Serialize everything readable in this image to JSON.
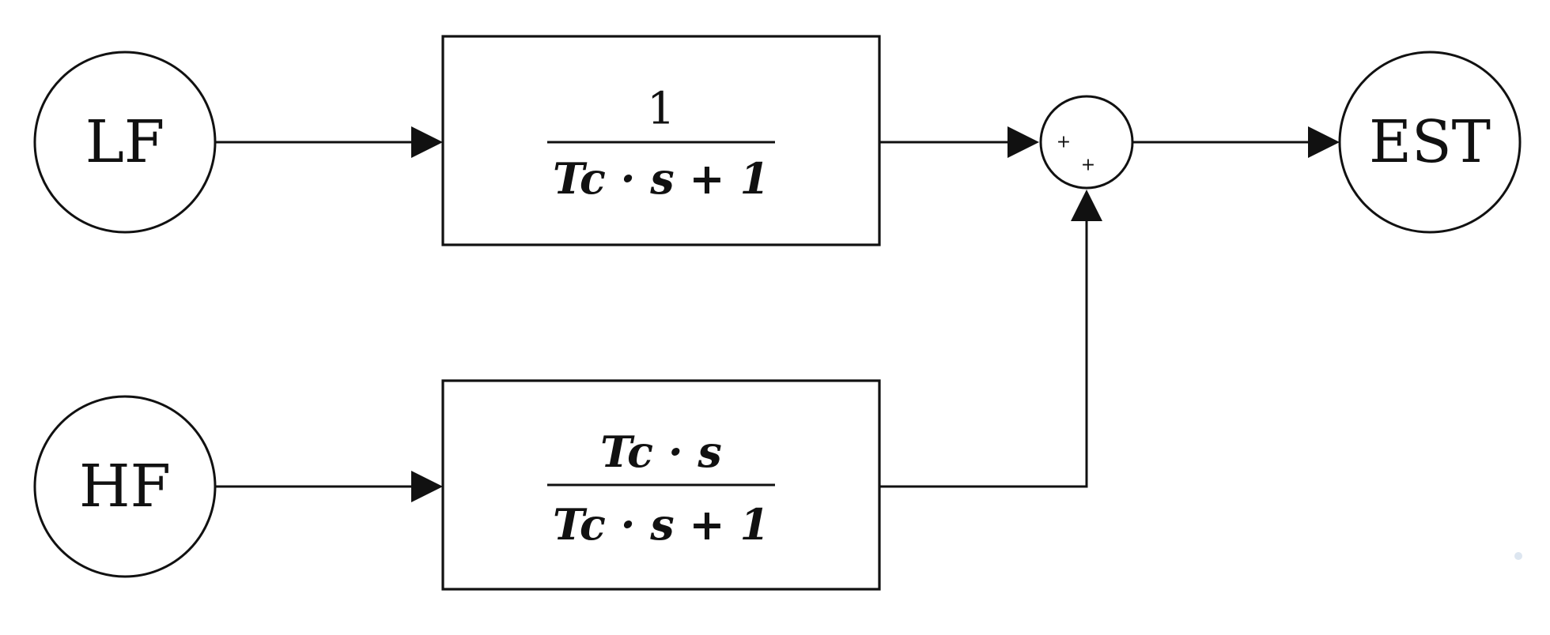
{
  "nodes": {
    "lf": {
      "label": "LF"
    },
    "hf": {
      "label": "HF"
    },
    "est": {
      "label": "EST"
    }
  },
  "blocks": {
    "low_pass": {
      "numerator": "1",
      "denominator": "Tc · s + 1"
    },
    "high_pass": {
      "numerator": "Tc · s",
      "denominator": "Tc · s + 1"
    }
  },
  "summing_junction": {
    "signs": [
      "+",
      "+"
    ]
  }
}
